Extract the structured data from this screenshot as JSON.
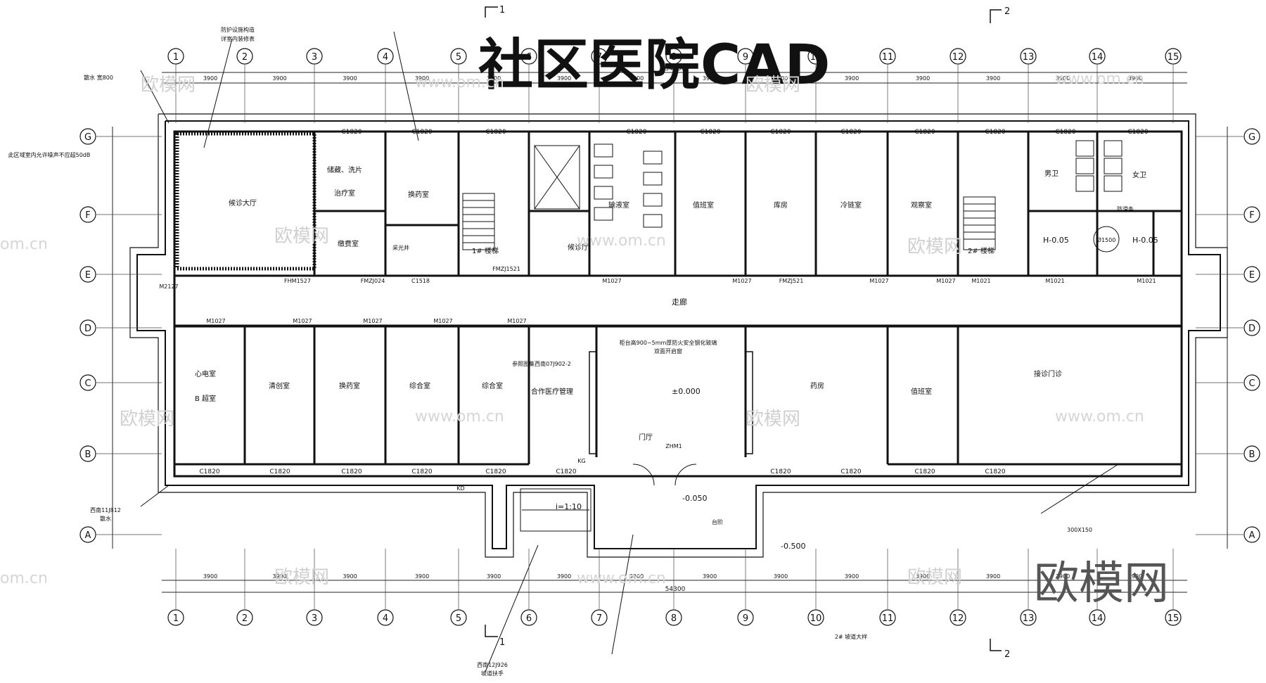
{
  "title": "社区医院CAD",
  "brand": "欧模网",
  "watermarks": [
    "欧模网",
    "www.om.cn",
    "om.cn"
  ],
  "column_axes": [
    "1",
    "2",
    "3",
    "4",
    "5",
    "6",
    "7",
    "8",
    "9",
    "10",
    "11",
    "12",
    "13",
    "14",
    "15"
  ],
  "row_axes": [
    "G",
    "F",
    "E",
    "D",
    "C",
    "B",
    "A"
  ],
  "section_marks": {
    "s1": "1",
    "s2": "2"
  },
  "top_dims": [
    "3900",
    "3900",
    "3900",
    "3900",
    "3900",
    "3900",
    "3900",
    "3900",
    "3900",
    "3900",
    "3900",
    "3900",
    "3900",
    "3900"
  ],
  "total_dim": "54300",
  "window_labels_top": [
    "C1820",
    "C1820",
    "C1820",
    "C1820",
    "C1820",
    "C1820",
    "C1820",
    "C1820",
    "C1820",
    "C1820",
    "C1820"
  ],
  "window_labels_bottom": [
    "C1820",
    "C1820",
    "C1820",
    "C1820",
    "C1820",
    "C1820",
    "C1820",
    "C1820",
    "C1820",
    "C1820"
  ],
  "rooms_top": [
    {
      "name": "候诊大厅"
    },
    {
      "name": "治疗室"
    },
    {
      "name": "换药室"
    },
    {
      "name": "1# 楼梯"
    },
    {
      "name": "候诊厅"
    },
    {
      "name": "输液室"
    },
    {
      "name": "值班室"
    },
    {
      "name": "库房"
    },
    {
      "name": "冷链室"
    },
    {
      "name": "观察室"
    },
    {
      "name": "2# 楼梯"
    },
    {
      "name": "男卫"
    },
    {
      "name": "女卫"
    },
    {
      "name": "储藏、洗片"
    },
    {
      "name": "缴费室"
    }
  ],
  "rooms_bottom": [
    {
      "name": "心电室"
    },
    {
      "name": "B 超室"
    },
    {
      "name": "清创室"
    },
    {
      "name": "换药室"
    },
    {
      "name": "综合室"
    },
    {
      "name": "综合室"
    },
    {
      "name": "合作医疗管理"
    },
    {
      "name": "门厅"
    },
    {
      "name": "药房"
    },
    {
      "name": "值班室"
    },
    {
      "name": "接诊门诊"
    }
  ],
  "corridor": "走廊",
  "door_labels": [
    "M1027",
    "M1027",
    "M1027",
    "M1027",
    "M1027",
    "M1027",
    "M1027",
    "M1027",
    "M1027",
    "M1021",
    "M1021",
    "M1021",
    "FMZJ024",
    "FMZJ1521",
    "FMZJ521",
    "FHM1527",
    "M2127",
    "ZHM1",
    "C1518",
    "KG",
    "KD"
  ],
  "elevations": {
    "lobby": "±0.000",
    "ramp": "-0.050",
    "exterior": "-0.500",
    "wc1": "H-0.05",
    "wc2": "H-0.05"
  },
  "ramp_slope": "i=1:10",
  "notes": [
    "防护设施构造",
    "详室内装修表",
    "此区域室内允许噪声不应超50dB",
    "采光井",
    "散水",
    "西南11J812",
    "散水 宽800",
    "西南12J926",
    "坡道扶手",
    "2# 坡道大样",
    "防滑条",
    "300X150",
    "Ø1500",
    "台阶",
    "柜台高900~5mm厚防火安全钢化玻璃",
    "双面开启窗",
    "参照图集西南07J902-2"
  ]
}
